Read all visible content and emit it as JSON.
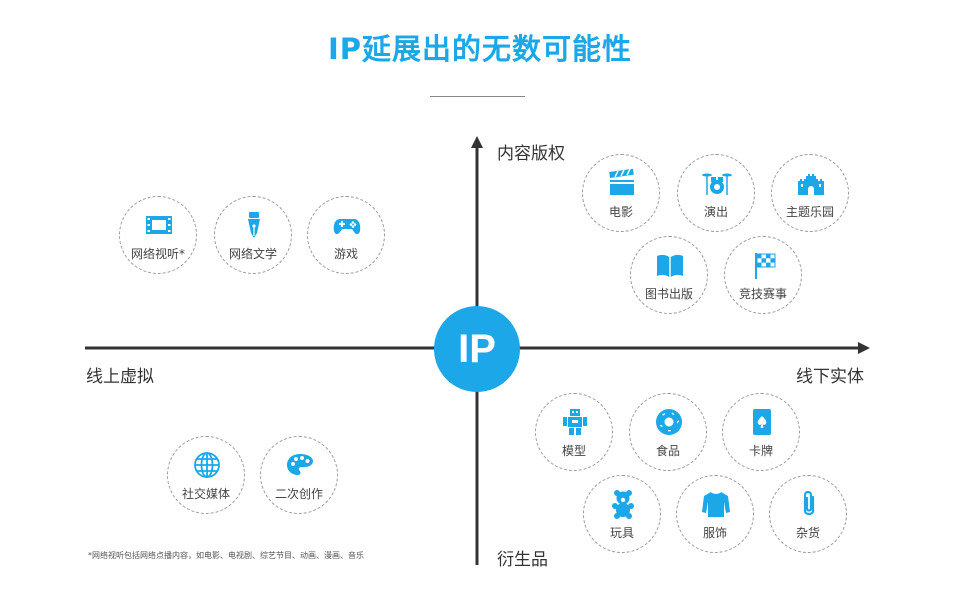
{
  "title": "IP延展出的无数可能性",
  "center_label": "IP",
  "axes": {
    "top": "内容版权",
    "bottom": "衍生品",
    "left": "线上虚拟",
    "right": "线下实体"
  },
  "quadrants": {
    "upper_left": [
      {
        "label": "网络视听*",
        "icon": "film-strip-icon"
      },
      {
        "label": "网络文学",
        "icon": "pen-nib-icon"
      },
      {
        "label": "游戏",
        "icon": "gamepad-icon"
      }
    ],
    "upper_right": [
      {
        "label": "电影",
        "icon": "clapperboard-icon"
      },
      {
        "label": "演出",
        "icon": "drum-kit-icon"
      },
      {
        "label": "主题乐园",
        "icon": "castle-icon"
      },
      {
        "label": "图书出版",
        "icon": "open-book-icon"
      },
      {
        "label": "竞技赛事",
        "icon": "checkered-flag-icon"
      }
    ],
    "lower_left": [
      {
        "label": "社交媒体",
        "icon": "globe-icon"
      },
      {
        "label": "二次创作",
        "icon": "palette-icon"
      }
    ],
    "lower_right": [
      {
        "label": "模型",
        "icon": "robot-icon"
      },
      {
        "label": "食品",
        "icon": "donut-icon"
      },
      {
        "label": "卡牌",
        "icon": "playing-card-icon"
      },
      {
        "label": "玩具",
        "icon": "teddy-bear-icon"
      },
      {
        "label": "服饰",
        "icon": "sweater-icon"
      },
      {
        "label": "杂货",
        "icon": "paperclip-icon"
      }
    ]
  },
  "footnote": "*网络视听包括网络点播内容，如电影、电视剧、综艺节目、动画、漫画、音乐",
  "colors": {
    "accent": "#1ba7e8",
    "axis": "#333333",
    "node_border": "#9a9a9a"
  }
}
